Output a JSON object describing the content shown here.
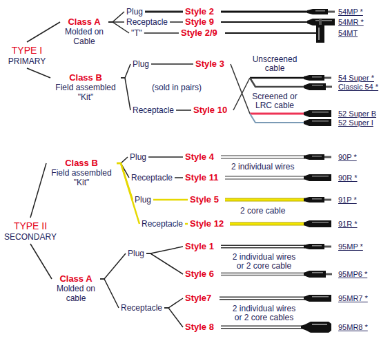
{
  "diagram": {
    "nodes": [
      {
        "text": [
          "TYPE I",
          "PRIMARY"
        ]
      },
      {
        "text": [
          "Class A",
          "Molded on Cable"
        ]
      },
      {
        "text": [
          "Plug"
        ]
      },
      {
        "text": [
          "Receptacle"
        ]
      },
      {
        "text": [
          "\"T\""
        ]
      },
      {
        "text": [
          "Style 2"
        ]
      },
      {
        "text": [
          "Style 9"
        ]
      },
      {
        "text": [
          "Style 2/9"
        ]
      },
      {
        "text": [
          "Class B",
          "Field assembled \"Kit\""
        ]
      },
      {
        "text": [
          "Plug"
        ]
      },
      {
        "text": [
          "Receptacle"
        ]
      },
      {
        "text": [
          "Style 3"
        ]
      },
      {
        "text": [
          "Style 10"
        ]
      },
      {
        "text": [
          "TYPE II",
          "SECONDARY"
        ]
      },
      {
        "text": [
          "Class B",
          "Field assembled \"Kit\""
        ]
      },
      {
        "text": [
          "Plug"
        ]
      },
      {
        "text": [
          "Receptacle"
        ]
      },
      {
        "text": [
          "Plug"
        ]
      },
      {
        "text": [
          "Receptacle"
        ]
      },
      {
        "text": [
          "Style 4"
        ]
      },
      {
        "text": [
          "Style 11"
        ]
      },
      {
        "text": [
          "Style 5"
        ]
      },
      {
        "text": [
          "Style 12"
        ]
      },
      {
        "text": [
          "Class A",
          "Molded on cable"
        ]
      },
      {
        "text": [
          "Plug"
        ]
      },
      {
        "text": [
          "Receptacle"
        ]
      },
      {
        "text": [
          "Style 1"
        ]
      },
      {
        "text": [
          "Style 6"
        ]
      },
      {
        "text": [
          "Style7"
        ]
      },
      {
        "text": [
          "Style 8"
        ]
      }
    ],
    "edges": [
      {
        "from": 0,
        "to": 1,
        "arrow": "none"
      },
      {
        "from": 0,
        "to": 8,
        "arrow": "none"
      },
      {
        "from": 1,
        "to": 2,
        "arrow": "none"
      },
      {
        "from": 1,
        "to": 3,
        "arrow": "none"
      },
      {
        "from": 1,
        "to": 4,
        "arrow": "none"
      },
      {
        "from": 2,
        "to": 5,
        "arrow": "none"
      },
      {
        "from": 3,
        "to": 6,
        "arrow": "none"
      },
      {
        "from": 4,
        "to": 7,
        "arrow": "none"
      },
      {
        "from": 8,
        "to": 9,
        "arrow": "none"
      },
      {
        "from": 8,
        "to": 10,
        "arrow": "none"
      },
      {
        "from": 9,
        "to": 11,
        "arrow": "none"
      },
      {
        "from": 10,
        "to": 12,
        "arrow": "none"
      },
      {
        "from": 13,
        "to": 14,
        "arrow": "none"
      },
      {
        "from": 13,
        "to": 23,
        "arrow": "none"
      },
      {
        "from": 14,
        "to": 15,
        "arrow": "none"
      },
      {
        "from": 14,
        "to": 16,
        "arrow": "none"
      },
      {
        "from": 14,
        "to": 17,
        "arrow": "none"
      },
      {
        "from": 14,
        "to": 18,
        "arrow": "none"
      },
      {
        "from": 15,
        "to": 19,
        "arrow": "none"
      },
      {
        "from": 16,
        "to": 20,
        "arrow": "none"
      },
      {
        "from": 17,
        "to": 21,
        "arrow": "none"
      },
      {
        "from": 18,
        "to": 22,
        "arrow": "none"
      },
      {
        "from": 23,
        "to": 24,
        "arrow": "none"
      },
      {
        "from": 23,
        "to": 25,
        "arrow": "none"
      },
      {
        "from": 24,
        "to": 26,
        "arrow": "none"
      },
      {
        "from": 24,
        "to": 27,
        "arrow": "none"
      },
      {
        "from": 25,
        "to": 28,
        "arrow": "none"
      },
      {
        "from": 25,
        "to": 29,
        "arrow": "none"
      }
    ],
    "labels": [
      "54MP *",
      "54MR *",
      "54MT",
      "(sold in pairs)",
      "Unscreened cable",
      "Screened or LRC cable",
      "54 Super *",
      "Classic 54 *",
      "52 Super B",
      "52 Super I",
      "90P *",
      "2 individual wires",
      "90R *",
      "91P *",
      "2 core cable",
      "91R *",
      "95MP *",
      "2 individual wires or 2 core cable",
      "95MP6 *",
      "95MR7 *",
      "2 individual wires or 2 core cables",
      "95MR8 *"
    ]
  }
}
